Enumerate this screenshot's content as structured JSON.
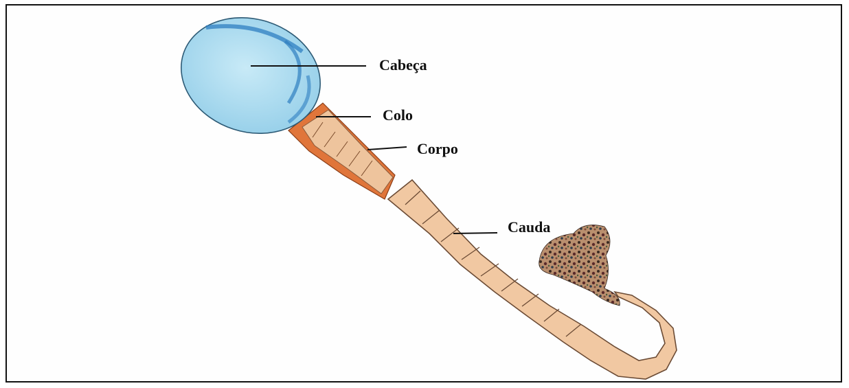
{
  "labels": {
    "head": "Cabeça",
    "neck": "Colo",
    "body": "Corpo",
    "tail": "Cauda"
  },
  "colors": {
    "head_fill": "#a9d9ee",
    "head_stripe": "#2f7fc1",
    "neck_fill": "#e0753a",
    "midpiece_fill": "#eec49d",
    "tail_fill": "#f1c8a2",
    "tail_outline": "#6b4b35",
    "frame": "#111111"
  }
}
